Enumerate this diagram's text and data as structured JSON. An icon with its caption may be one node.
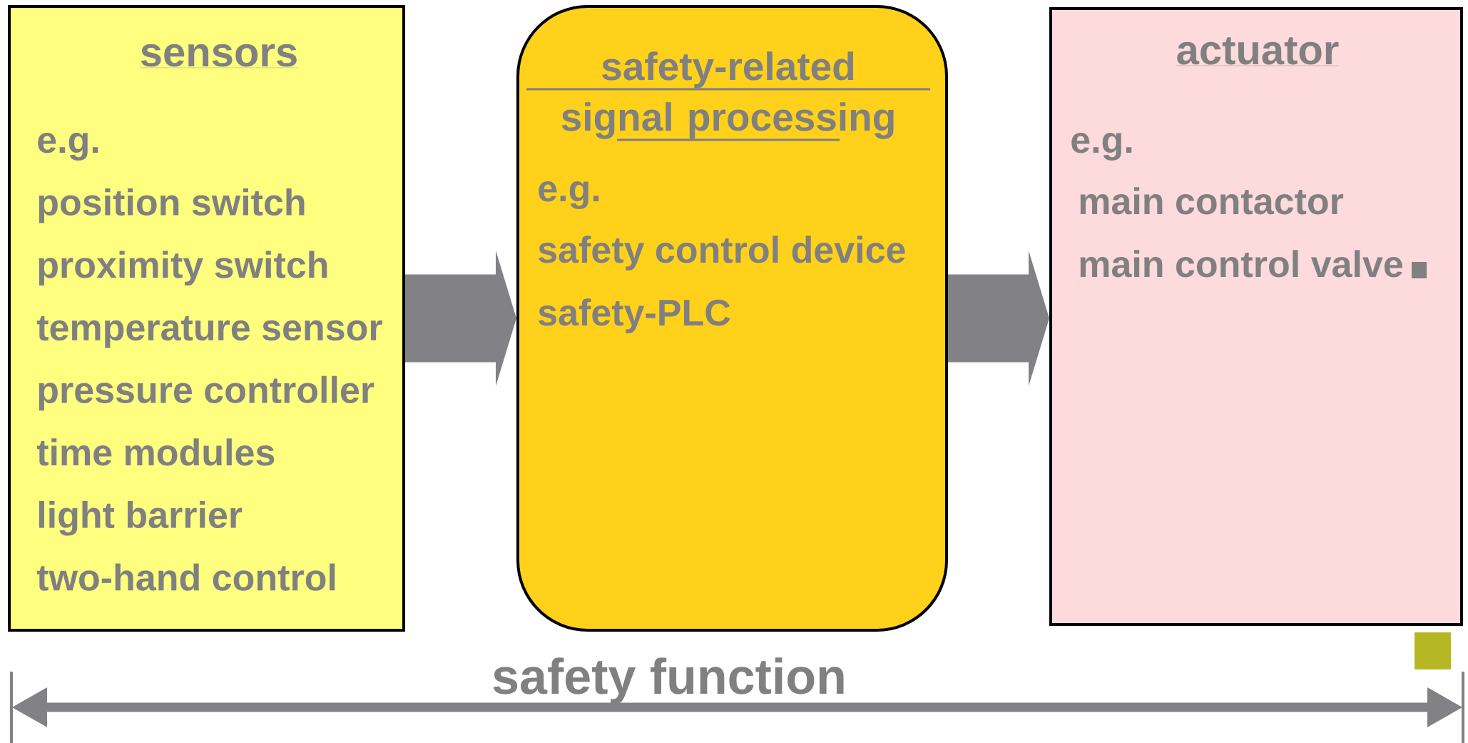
{
  "diagram": {
    "nodes": [
      {
        "text": [
          "sensors",
          "e.g.",
          "position switch",
          "proximity switch",
          "temperature sensor",
          "pressure controller",
          "time modules",
          "light barrier",
          "two-hand control"
        ]
      },
      {
        "text": [
          "safety-related signal processing",
          "e.g.",
          "safety control device",
          "safety-PLC"
        ]
      },
      {
        "text": [
          "actuator",
          "e.g.",
          "main contactor",
          "main control valve"
        ]
      }
    ],
    "edges": [
      {
        "from": 0,
        "to": 1,
        "arrow": "to",
        "style": "thick"
      },
      {
        "from": 1,
        "to": 2,
        "arrow": "to",
        "style": "thick"
      }
    ],
    "labels": [
      "safety function"
    ]
  }
}
